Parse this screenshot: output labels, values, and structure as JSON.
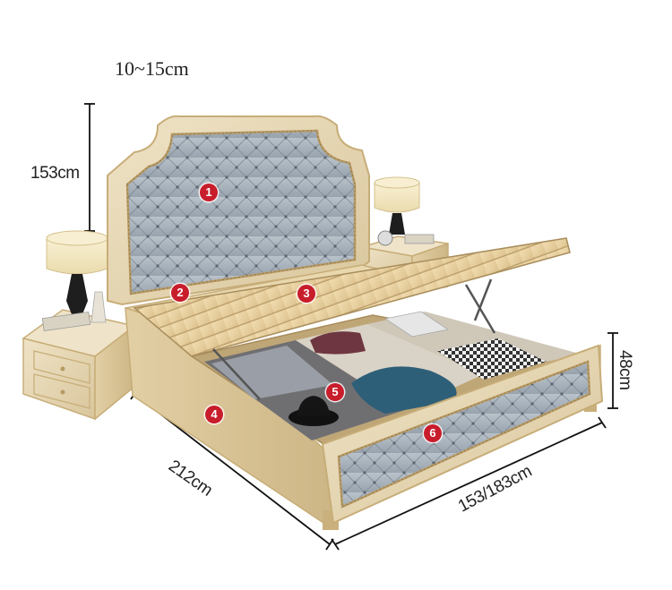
{
  "dimensions": {
    "mattress_thickness": "10~15cm",
    "headboard_height": "153cm",
    "bed_height": "48cm",
    "bed_length": "212cm",
    "bed_width": "153/183cm"
  },
  "callouts": [
    {
      "number": "1"
    },
    {
      "number": "2"
    },
    {
      "number": "3"
    },
    {
      "number": "4"
    },
    {
      "number": "5"
    },
    {
      "number": "6"
    }
  ],
  "colors": {
    "frame": "#e6d7b5",
    "gold_trim": "#c7ad78",
    "leather": "#a9b3bd",
    "badge": "#c81d2b",
    "slats": "#e9d4a6"
  }
}
